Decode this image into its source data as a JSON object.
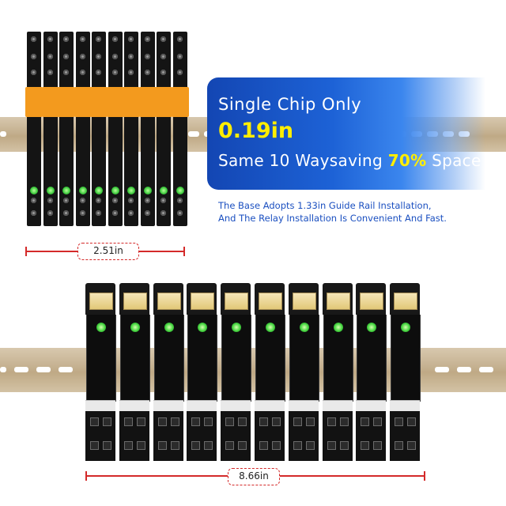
{
  "banner": {
    "title": "Single Chip Only",
    "size": "0.19in",
    "line_prefix": "Same 10 Waysaving ",
    "line_highlight": "70%",
    "line_suffix": " Space"
  },
  "description": {
    "line1": "The Base Adopts 1.33in Guide Rail Installation,",
    "line2": "And The Relay Installation Is Convenient And Fast."
  },
  "dimensions": {
    "top_width": "2.51in",
    "bottom_width": "8.66in"
  },
  "product": {
    "relay_count": 10,
    "accent_orange": "#f39a1e",
    "led_green": "#39c83a",
    "banner_blue": "#1d62d6",
    "highlight_yellow": "#ffee00",
    "dimension_red": "#d42a2a"
  }
}
